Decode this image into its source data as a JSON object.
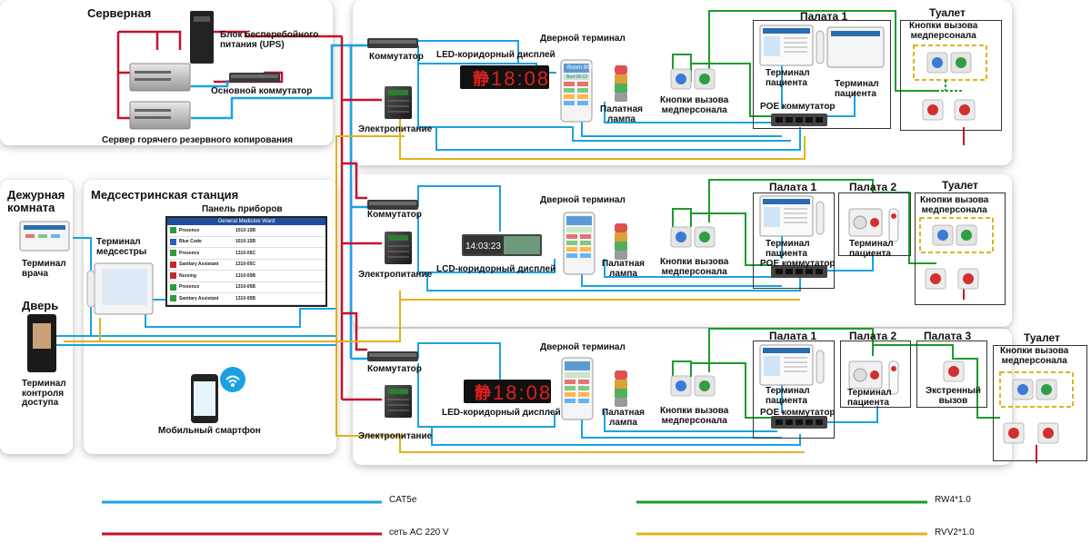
{
  "sections": {
    "server_room": "Серверная",
    "duty_room": "Дежурная\nкомната",
    "nurse_station": "Медсестринская станция",
    "door": "Дверь"
  },
  "devices": {
    "ups": "Блок бесперебойного\nпитания (UPS)",
    "main_switch": "Основной коммутатор",
    "backup_server": "Сервер горячего резервного копирования",
    "switch": "Коммутатор",
    "power_supply": "Электропитание",
    "led_display": "LED-коридорный дисплей",
    "lcd_display": "LCD-коридорный дисплей",
    "door_terminal": "Дверной терминал",
    "ward_lamp": "Палатная\nлампа",
    "staff_call_buttons": "Кнопки вызова\nмедперсонала",
    "patient_terminal": "Терминал\nпациента",
    "poe_switch": "POE коммутатор",
    "instrument_panel": "Панель приборов",
    "nurse_terminal": "Терминал\nмедсестры",
    "doctor_terminal": "Терминал\nврача",
    "access_terminal": "Терминал\nконтроля\nдоступа",
    "smartphone": "Мобильный смартфон",
    "emergency_call": "Экстренный\nвызов"
  },
  "rooms": {
    "ward1": "Палата 1",
    "ward2": "Палата 2",
    "ward3": "Палата 3",
    "toilet": "Туалет"
  },
  "screens": {
    "led_time": "18:08",
    "led_char": "静",
    "lcd_time": "14:03:23",
    "room_label": "Room 902",
    "bed_label": "Bed 08-13",
    "panel_title": "General Medicine Ward",
    "panel_rows": [
      {
        "status": "Presence",
        "room": "1010-15B",
        "color": "#2e9b3d"
      },
      {
        "status": "Blue Code",
        "room": "1010-15B",
        "color": "#2c5ec4"
      },
      {
        "status": "Presence",
        "room": "1310-05C",
        "color": "#2e9b3d"
      },
      {
        "status": "Sanitary Assistant",
        "room": "1310-05C",
        "color": "#c62828"
      },
      {
        "status": "Nursing",
        "room": "1310-05B",
        "color": "#c62828"
      },
      {
        "status": "Presence",
        "room": "1310-05B",
        "color": "#2e9b3d"
      },
      {
        "status": "Sanitary Assistant",
        "room": "1310-05B",
        "color": "#2e9b3d"
      }
    ]
  },
  "legend": {
    "cat5e": "CAT5e",
    "ac220": "сеть AC 220 V",
    "rw4": "RW4*1.0",
    "rvv2": "RVV2*1.0"
  },
  "colors": {
    "cat5e": "#1ba1e2",
    "ac220": "#c4132b",
    "rw4": "#1e9a2e",
    "rvv2": "#e1b21a"
  }
}
